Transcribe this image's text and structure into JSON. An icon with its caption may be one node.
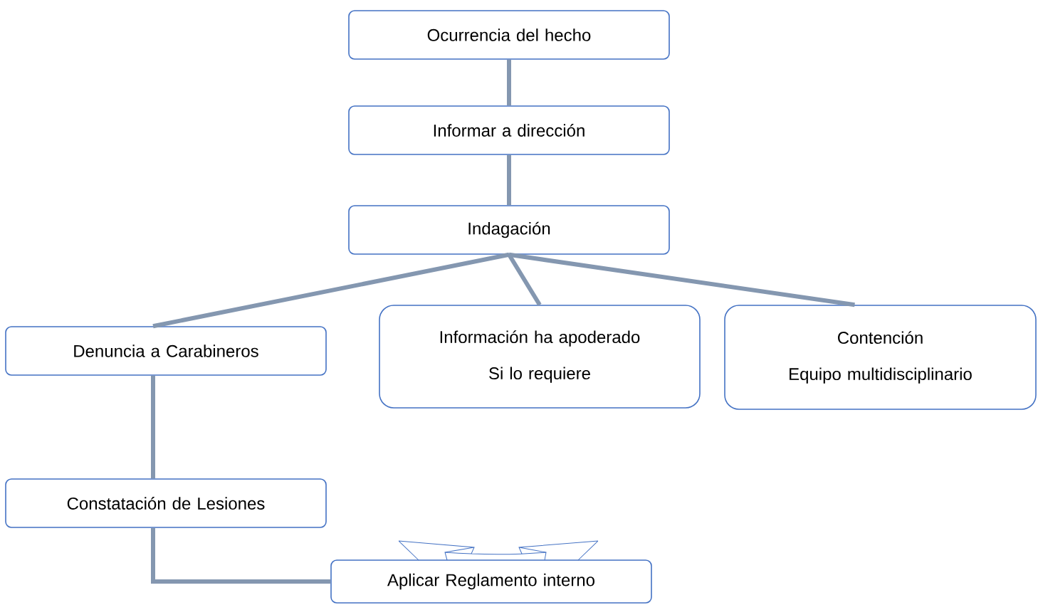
{
  "diagram": {
    "nodes": [
      {
        "text": [
          "Ocurrencia del hecho"
        ]
      },
      {
        "text": [
          "Informar a dirección"
        ]
      },
      {
        "text": [
          "Indagación"
        ]
      },
      {
        "text": [
          "Denuncia a Carabineros"
        ]
      },
      {
        "text": [
          "Información ha apoderado",
          "Si lo requiere"
        ]
      },
      {
        "text": [
          "Contención",
          "Equipo multidisciplinario"
        ]
      },
      {
        "text": [
          "Constatación de Lesiones"
        ]
      },
      {
        "text": [
          "Aplicar Reglamento  interno"
        ]
      }
    ],
    "edges": [
      {
        "from": 0,
        "to": 1,
        "arrow": "none"
      },
      {
        "from": 1,
        "to": 2,
        "arrow": "none"
      },
      {
        "from": 2,
        "to": 3,
        "arrow": "none"
      },
      {
        "from": 2,
        "to": 4,
        "arrow": "none"
      },
      {
        "from": 2,
        "to": 5,
        "arrow": "none"
      },
      {
        "from": 3,
        "to": 6,
        "arrow": "none"
      },
      {
        "from": 6,
        "to": 7,
        "arrow": "none"
      }
    ]
  }
}
